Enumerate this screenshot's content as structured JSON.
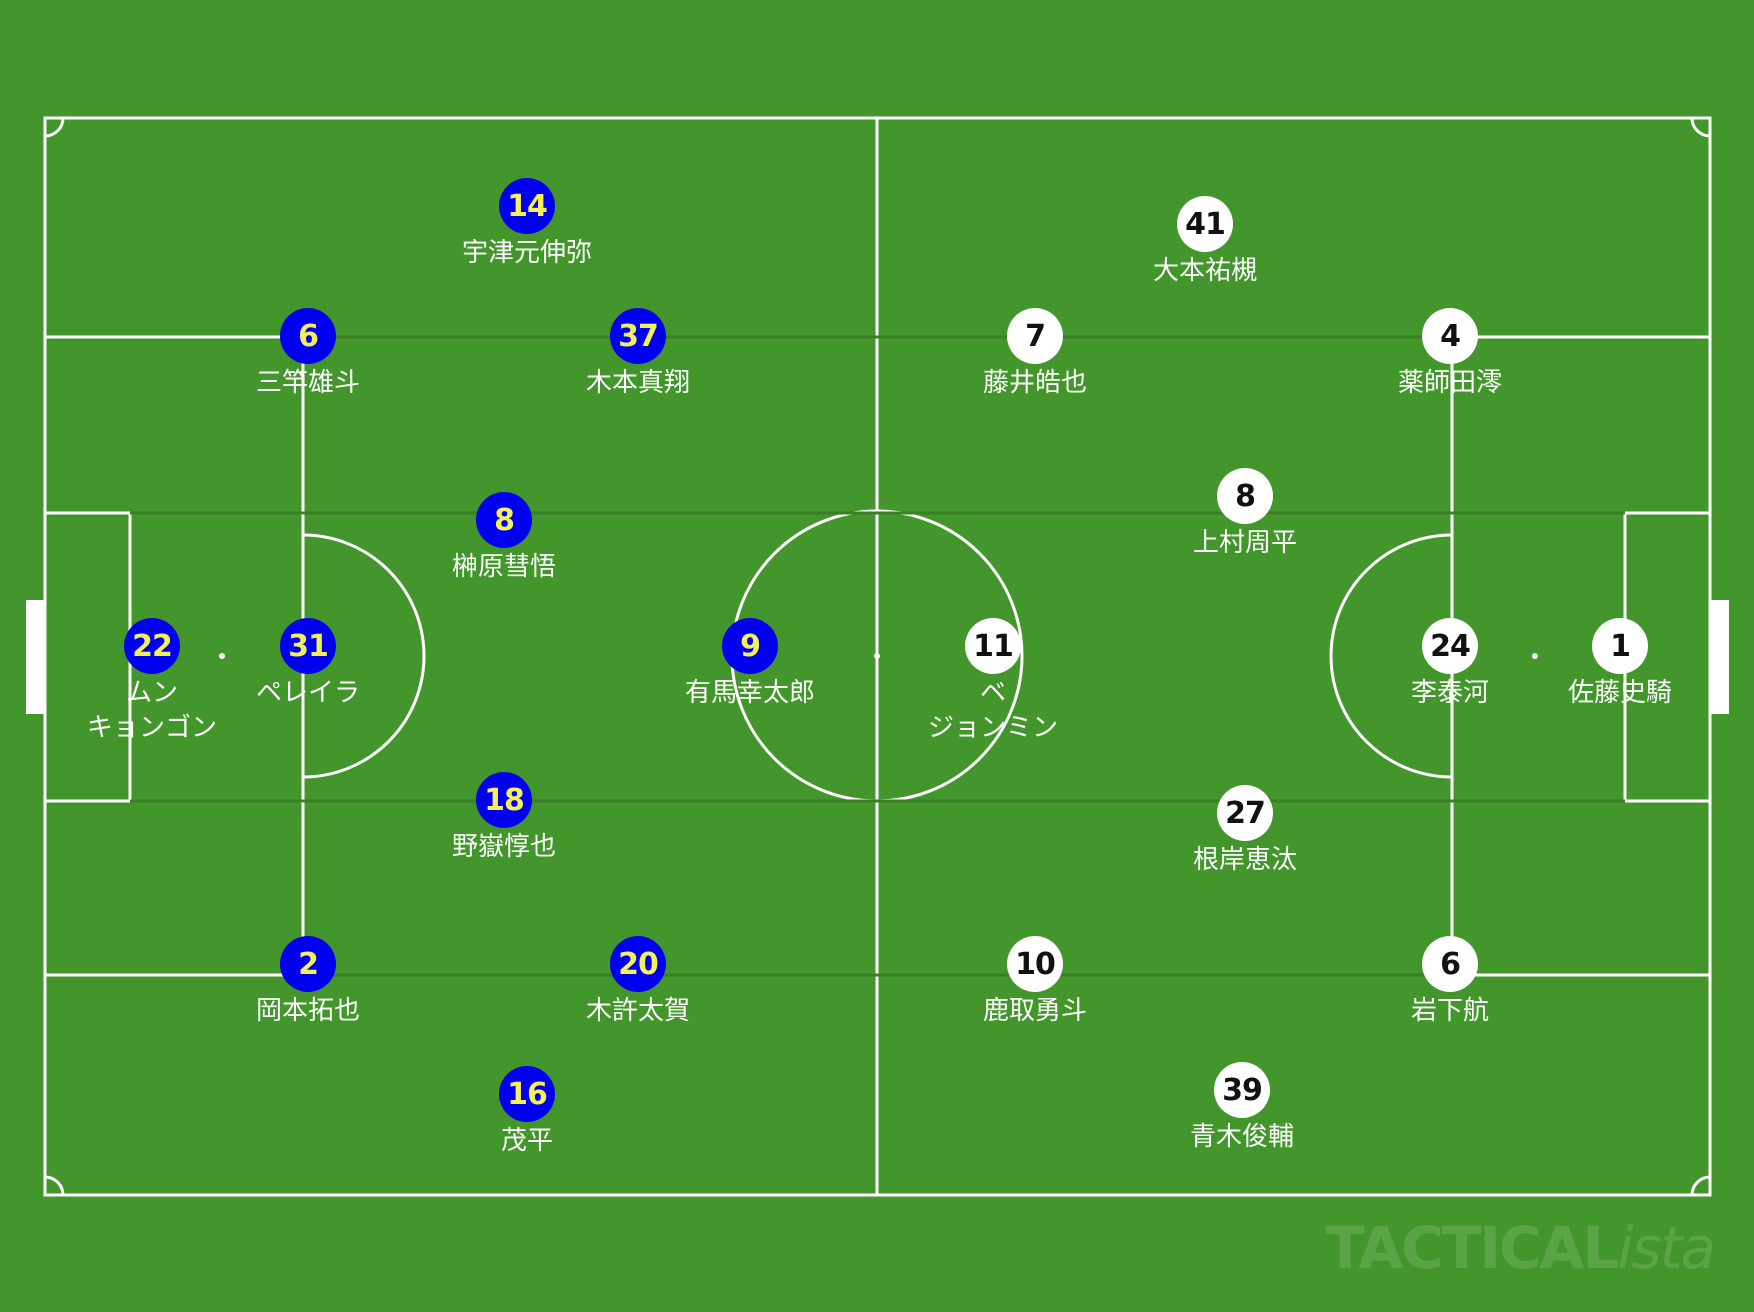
{
  "colors": {
    "pitch": "#43962b",
    "lines": "#ffffff",
    "home_marker": "#0000ee",
    "home_number": "#f4f05a",
    "away_marker": "#ffffff",
    "away_number": "#111111"
  },
  "watermark": {
    "brand": "TACTICAL",
    "suffix": "ista"
  },
  "home": {
    "players": [
      {
        "number": "22",
        "name": "ムン\nキョンゴン"
      },
      {
        "number": "31",
        "name": "ペレイラ"
      },
      {
        "number": "6",
        "name": "三竿雄斗"
      },
      {
        "number": "2",
        "name": "岡本拓也"
      },
      {
        "number": "14",
        "name": "宇津元伸弥"
      },
      {
        "number": "37",
        "name": "木本真翔"
      },
      {
        "number": "8",
        "name": "榊原彗悟"
      },
      {
        "number": "18",
        "name": "野嶽惇也"
      },
      {
        "number": "20",
        "name": "木許太賀"
      },
      {
        "number": "16",
        "name": "茂平"
      },
      {
        "number": "9",
        "name": "有馬幸太郎"
      }
    ]
  },
  "away": {
    "players": [
      {
        "number": "1",
        "name": "佐藤史騎"
      },
      {
        "number": "24",
        "name": "李泰河"
      },
      {
        "number": "4",
        "name": "薬師田澪"
      },
      {
        "number": "6",
        "name": "岩下航"
      },
      {
        "number": "41",
        "name": "大本祐槻"
      },
      {
        "number": "7",
        "name": "藤井皓也"
      },
      {
        "number": "8",
        "name": "上村周平"
      },
      {
        "number": "27",
        "name": "根岸恵汰"
      },
      {
        "number": "10",
        "name": "鹿取勇斗"
      },
      {
        "number": "39",
        "name": "青木俊輔"
      },
      {
        "number": "11",
        "name": "ベ\nジョンミン"
      }
    ]
  }
}
